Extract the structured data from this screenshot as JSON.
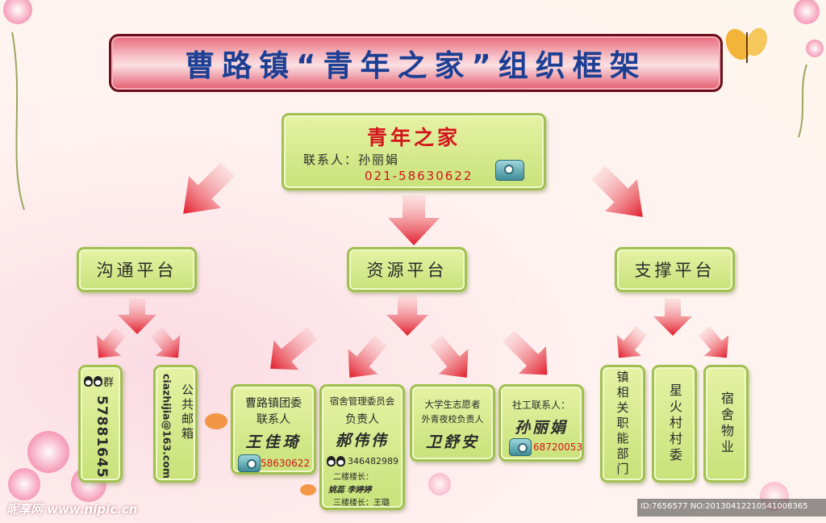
{
  "title": "曹路镇“青年之家”组织框架",
  "root": {
    "name": "青年之家",
    "contact_label": "联系人：孙丽娟",
    "phone": "021-58630622"
  },
  "platforms": {
    "comm": "沟通平台",
    "resource": "资源平台",
    "support": "支撑平台"
  },
  "comm": {
    "qq_label": "群",
    "qq_number": "57881645",
    "email": "ciazhijia@163.com",
    "email_label": "公共邮箱"
  },
  "resource": {
    "youth_league": {
      "line1": "曹路镇团委",
      "line2": "联系人",
      "name": "王佳琦",
      "phone": "58630622"
    },
    "dorm": {
      "line1": "宿舍管理委员会",
      "line2": "负责人",
      "name": "郝伟伟",
      "qq": "346482989",
      "floor2_label": "二楼楼长：",
      "floor2_names": "姚蕊 李婷婷",
      "floor3_label": "三楼楼长：王璐"
    },
    "volunteer": {
      "line1": "大学生志愿者",
      "line2": "外青夜校负责人",
      "name": "卫舒安"
    },
    "social": {
      "line1": "社工联系人：",
      "name": "孙丽娟",
      "phone": "68720053"
    }
  },
  "support": {
    "dept": "镇相关职能部门",
    "village": "星火村村委",
    "property": "宿舍物业"
  },
  "footer": {
    "watermark": "昵享网 www.nipic.cn",
    "id_text": "ID:7656577 NO:20130412210541008365"
  },
  "colors": {
    "arrow": "#e21c2a",
    "box_fill": "#d4ea8c",
    "box_border": "#a0c050",
    "title": "#1c3f94"
  }
}
